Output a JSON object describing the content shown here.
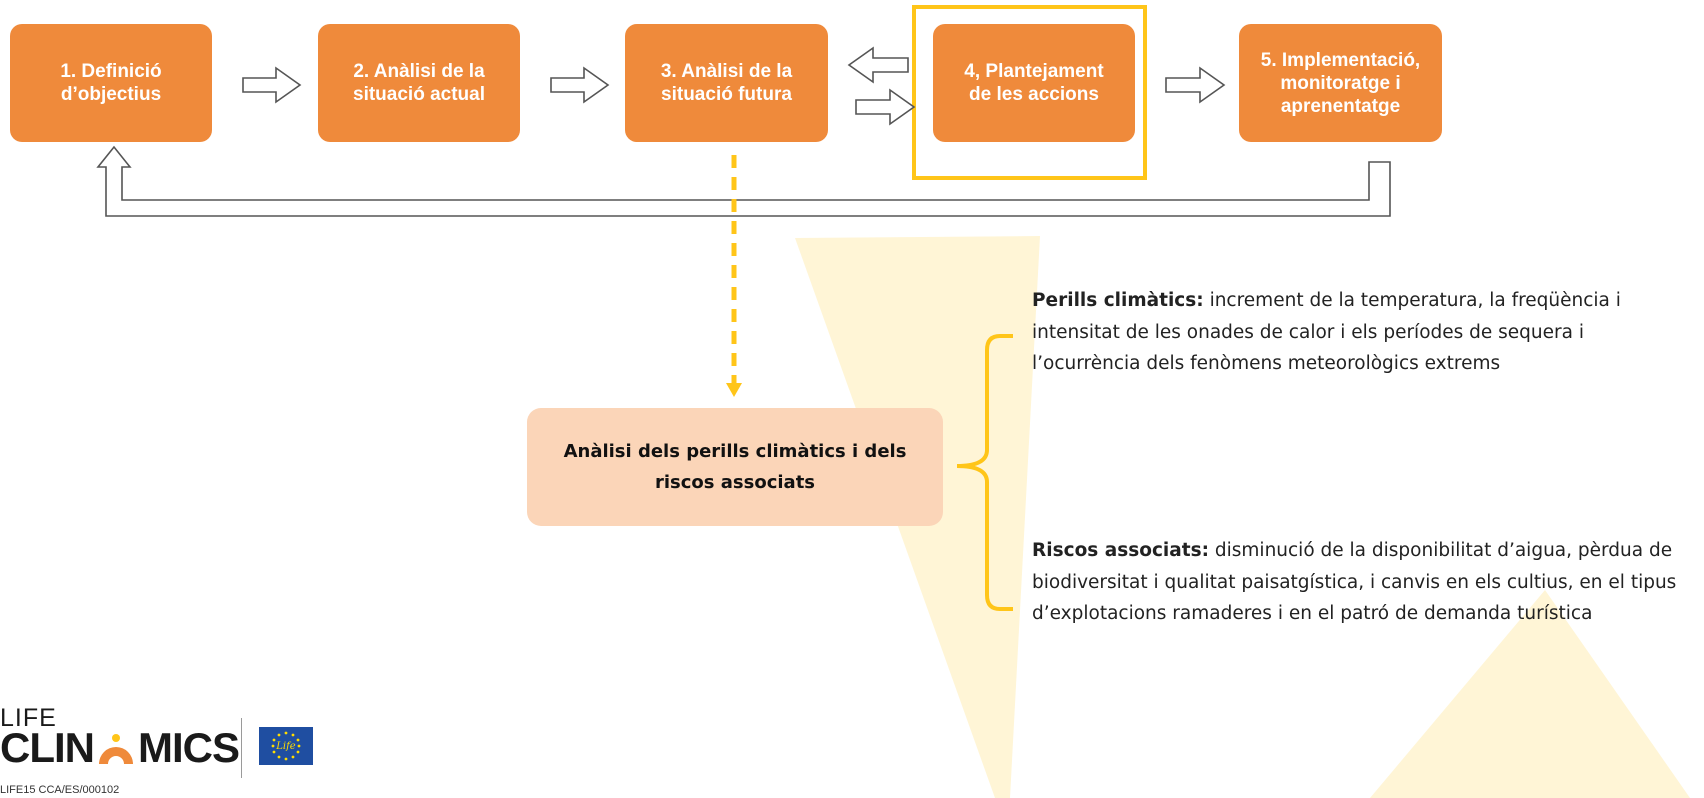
{
  "colors": {
    "step_fill": "#ef8a3b",
    "step_text": "#ffffff",
    "highlight": "#ffc519",
    "analysis_fill": "#fbd5b8",
    "watermark": "#fff5d6",
    "eu_blue": "#1f4ea1"
  },
  "steps": [
    {
      "label": "1. Definició\nd’objectius"
    },
    {
      "label": "2. Anàlisi de la\nsituació actual"
    },
    {
      "label": "3. Anàlisi de la\nsituació futura"
    },
    {
      "label": "4, Plantejament\nde les accions"
    },
    {
      "label": "5. Implementació,\nmonitoratge i\naprenentatge"
    }
  ],
  "analysis": {
    "label": "Anàlisi dels perills climàtics i dels riscos associats"
  },
  "hazards": {
    "heading": "Perills climàtics:",
    "text": " increment de la temperatura, la freqüència i intensitat de les onades de calor i els períodes de sequera i l’ocurrència dels fenòmens meteorològics extrems"
  },
  "risks": {
    "heading": "Riscos associats:",
    "text": " disminució de la disponibilitat d’aigua, pèrdua de biodiversitat i qualitat paisatgística, i canvis en els cultius, en el tipus d’explotacions ramaderes i en el patró de demanda turística"
  },
  "logo": {
    "life": "LIFE",
    "clin": "CLIN",
    "mics": "MICS",
    "code": "LIFE15 CCA/ES/000102",
    "eu_label": "Life",
    "icons": [
      "sun-icon",
      "eu-flag-icon"
    ]
  }
}
